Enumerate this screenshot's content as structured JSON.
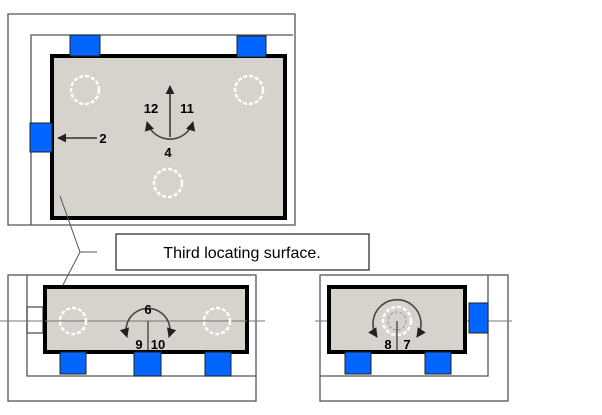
{
  "callout": {
    "text": "Third locating surface."
  },
  "labels": {
    "top_view": {
      "arrow_2": "2",
      "arrow_4": "4",
      "arrow_11": "11",
      "arrow_12": "12"
    },
    "front_view": {
      "arrow_6": "6",
      "arrow_9": "9",
      "arrow_10": "10"
    },
    "side_view": {
      "arrow_7": "7",
      "arrow_8": "8"
    }
  },
  "colors": {
    "locator": "#0066ff",
    "workpiece": "#d6d2cc"
  }
}
